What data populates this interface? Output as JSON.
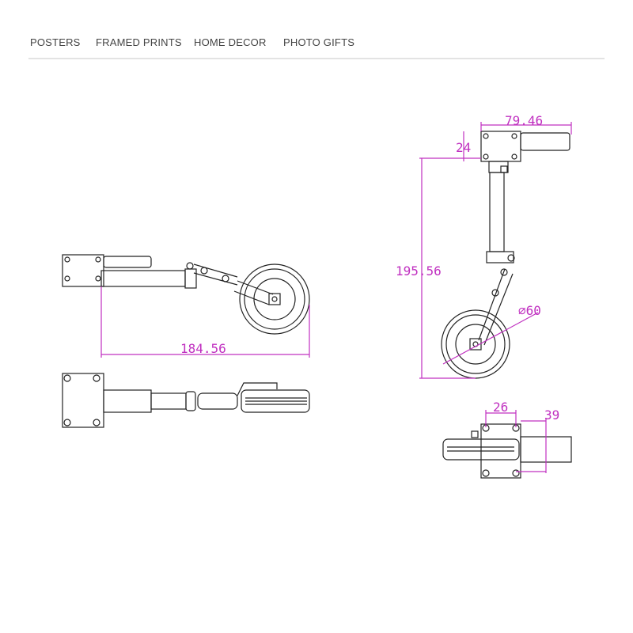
{
  "nav": {
    "items": [
      "POSTERS",
      "FRAMED PRINTS",
      "HOME DECOR",
      "PHOTO GIFTS"
    ]
  },
  "drawing": {
    "dimensions": {
      "side_length": "184.56",
      "front_width": "79.46",
      "front_offset": "24",
      "front_height": "195.56",
      "wheel_diameter": "⌀60",
      "bottom_spacing": "26",
      "bottom_width": "39"
    },
    "colors": {
      "dimension": "#c030c0",
      "line": "#222222"
    }
  }
}
